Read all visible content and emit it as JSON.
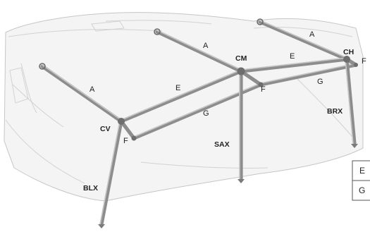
{
  "labels": {
    "a_left": "A",
    "a_mid": "A",
    "a_right": "A",
    "e_left": "E",
    "e_right": "E",
    "g_left": "G",
    "g_right": "G",
    "f_left": "F",
    "f_mid": "F",
    "f_right": "F",
    "cv": "CV",
    "cm": "CM",
    "ch": "CH",
    "sax": "SAX",
    "blx": "BLX",
    "brx": "BRX"
  },
  "table": {
    "row1": "E",
    "row2": "G"
  },
  "colors": {
    "pole": "#8d8d8d",
    "tarp": "#f4f4f4",
    "outline": "#c6c6c6"
  }
}
